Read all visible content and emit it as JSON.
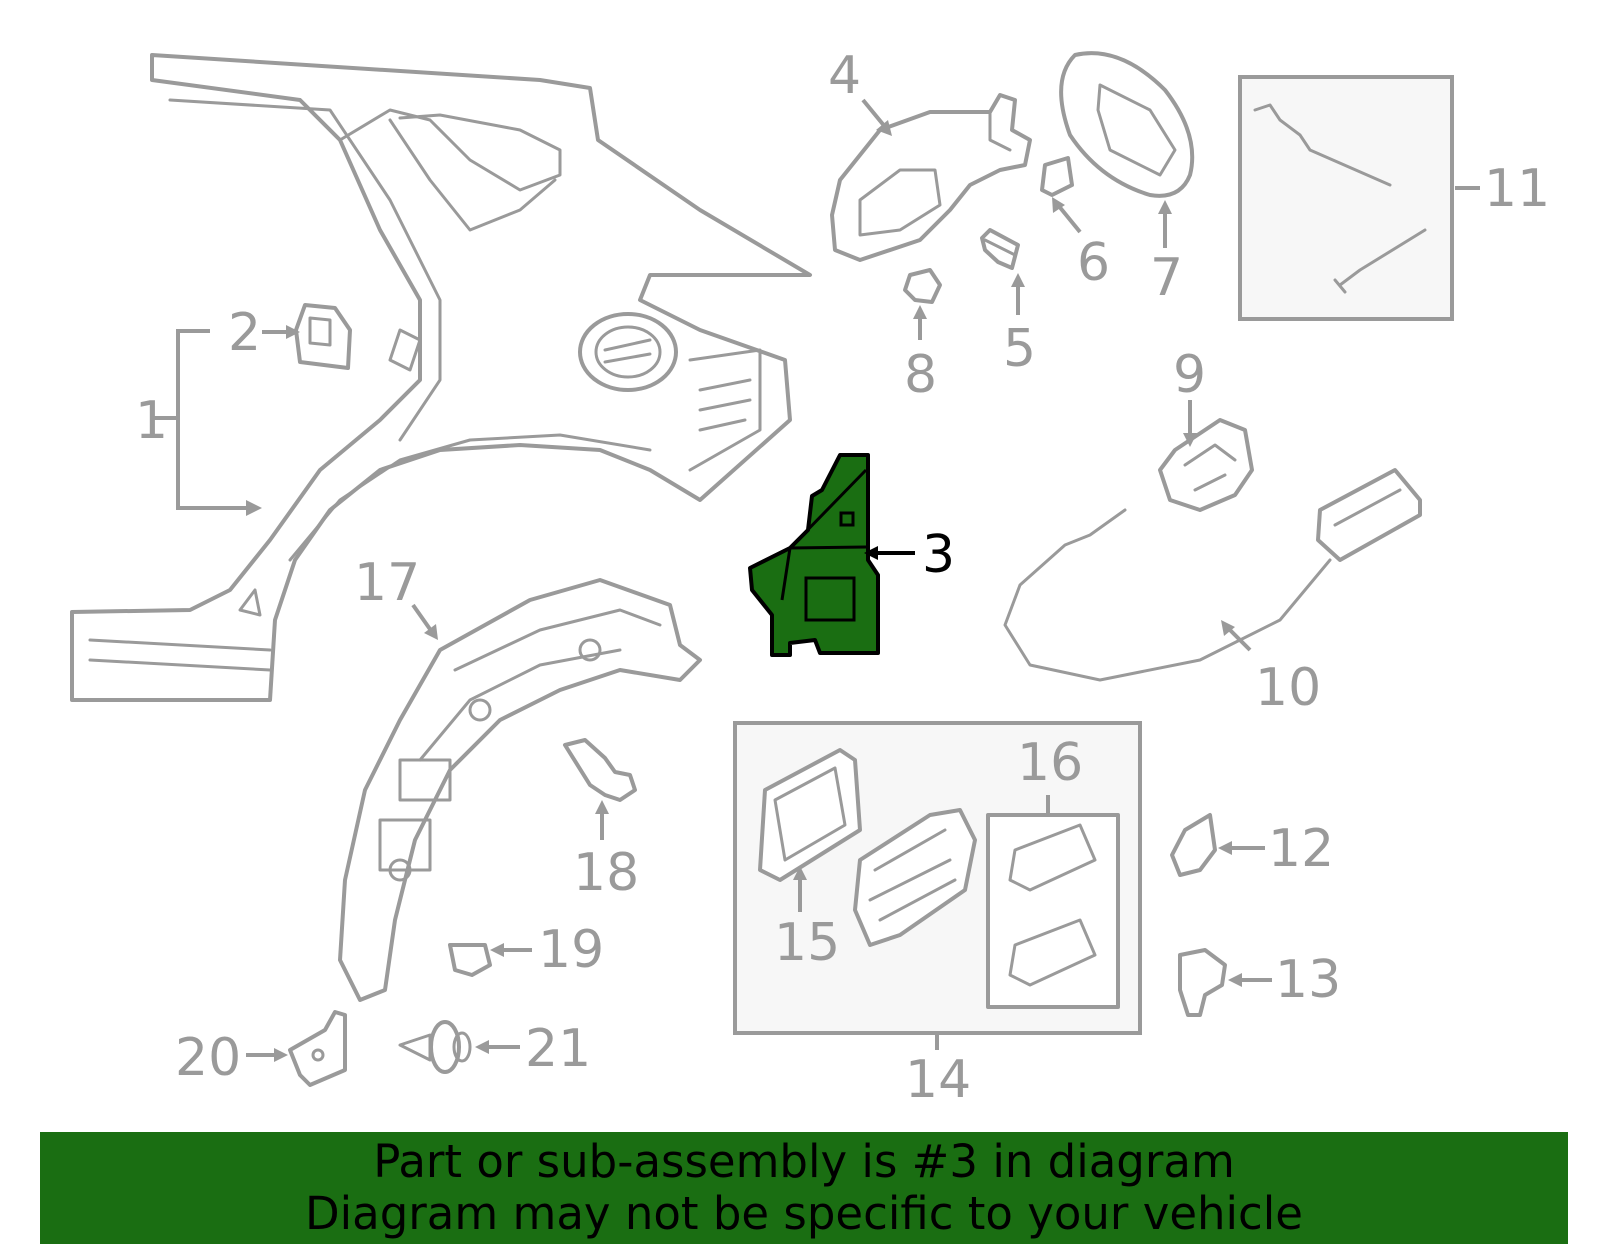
{
  "diagram": {
    "highlighted_part": "3",
    "highlight_color": "#1a6e12",
    "line_color": "#9a9a9a",
    "callouts": {
      "c1": "1",
      "c2": "2",
      "c3": "3",
      "c4": "4",
      "c5": "5",
      "c6": "6",
      "c7": "7",
      "c8": "8",
      "c9": "9",
      "c10": "10",
      "c11": "11",
      "c12": "12",
      "c13": "13",
      "c14": "14",
      "c15": "15",
      "c16": "16",
      "c17": "17",
      "c18": "18",
      "c19": "19",
      "c20": "20",
      "c21": "21"
    }
  },
  "banner": {
    "line1": "Part or sub-assembly is #3 in diagram",
    "line2": "Diagram may not be specific to your vehicle",
    "background": "#1a6e12"
  }
}
